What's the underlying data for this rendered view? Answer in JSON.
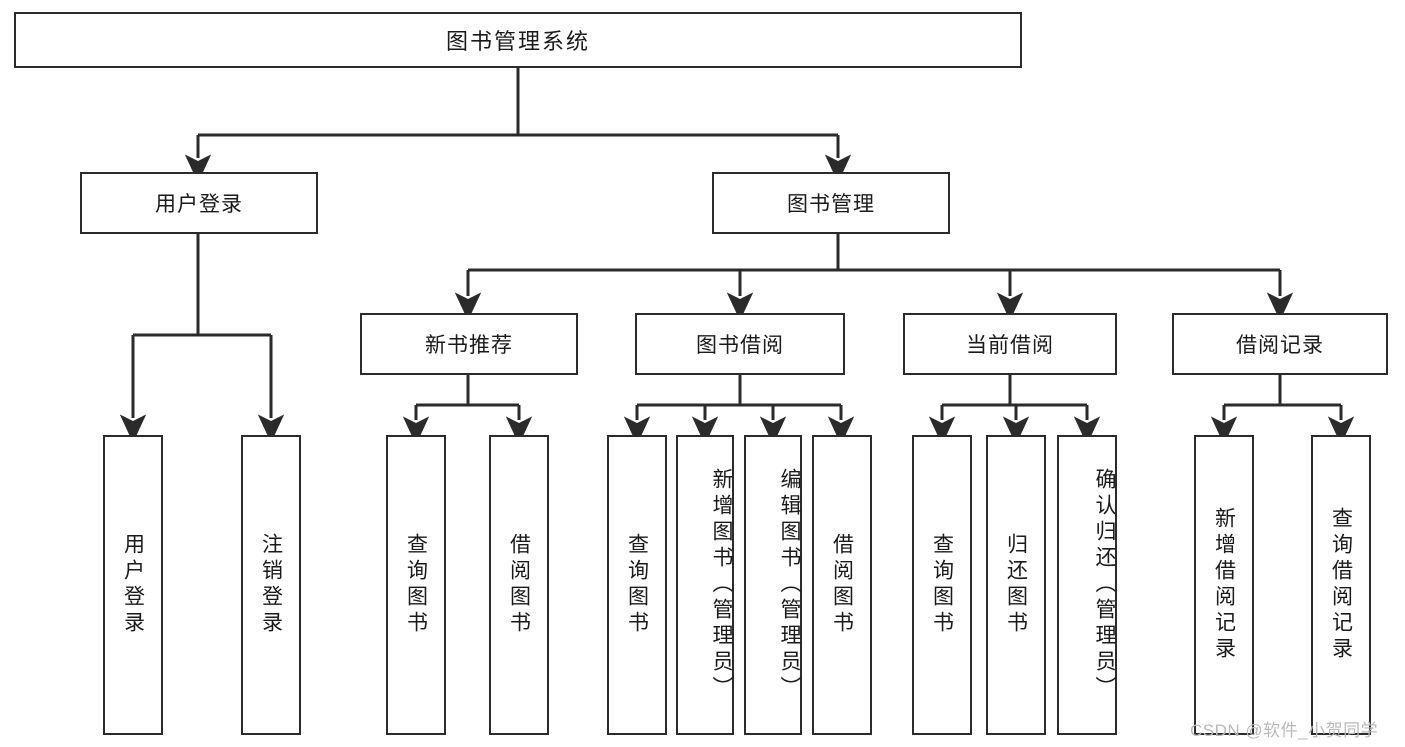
{
  "diagram": {
    "title": "图书管理系统",
    "type": "hierarchy-tree",
    "root": {
      "label": "图书管理系统"
    },
    "level1": [
      {
        "label": "用户登录"
      },
      {
        "label": "图书管理"
      }
    ],
    "level2": [
      {
        "label": "新书推荐"
      },
      {
        "label": "图书借阅"
      },
      {
        "label": "当前借阅"
      },
      {
        "label": "借阅记录"
      }
    ],
    "leaves": {
      "user_login": [
        {
          "label": "用户登录"
        },
        {
          "label": "注销登录"
        }
      ],
      "new_book_recommend": [
        {
          "label": "查询图书"
        },
        {
          "label": "借阅图书"
        }
      ],
      "book_borrow": [
        {
          "label": "查询图书"
        },
        {
          "label": "新增图书（管理员）"
        },
        {
          "label": "编辑图书（管理员）"
        },
        {
          "label": "借阅图书"
        }
      ],
      "current_borrow": [
        {
          "label": "查询图书"
        },
        {
          "label": "归还图书"
        },
        {
          "label": "确认归还（管理员）"
        }
      ],
      "borrow_record": [
        {
          "label": "新增借阅记录"
        },
        {
          "label": "查询借阅记录"
        }
      ]
    }
  },
  "watermark": {
    "text": "CSDN @软件_小贺同学"
  },
  "colors": {
    "stroke": "#2b2b2b",
    "fill": "#ffffff",
    "text": "#1a1a1a",
    "watermark": "#b9b9b9"
  }
}
